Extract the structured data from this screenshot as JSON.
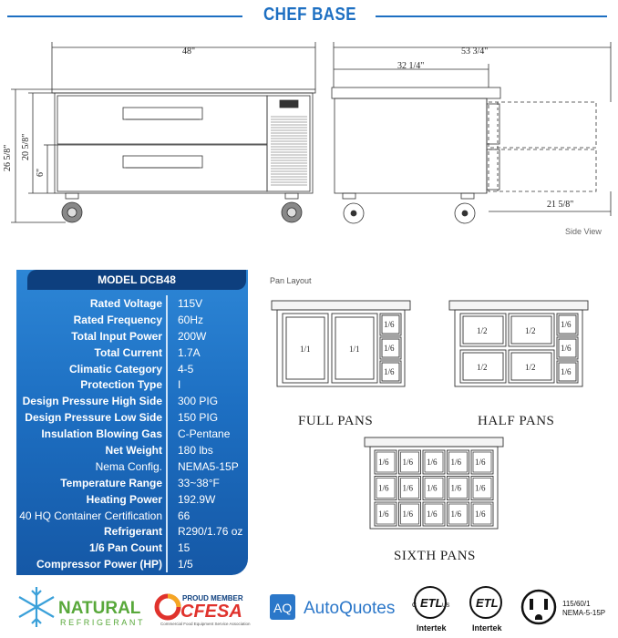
{
  "header": {
    "title": "CHEF BASE"
  },
  "drawing": {
    "front": {
      "width": "48\"",
      "height_total": "26 5/8\"",
      "height_body": "20 5/8\"",
      "drawer_height": "6\""
    },
    "side": {
      "depth_total": "53 3/4\"",
      "depth_body": "32 1/4\"",
      "drawer_extension": "21 5/8\""
    },
    "side_view_label": "Side View"
  },
  "spec": {
    "model": "MODEL DCB48",
    "rows": [
      {
        "label": "Rated  Voltage",
        "value": "115V"
      },
      {
        "label": "Rated  Frequency",
        "value": "60Hz"
      },
      {
        "label": "Total Input Power",
        "value": "200W"
      },
      {
        "label": "Total Current",
        "value": "1.7A"
      },
      {
        "label": "Climatic Category",
        "value": "4-5"
      },
      {
        "label": "Protection Type",
        "value": "I"
      },
      {
        "label": "Design Pressure High Side",
        "value": "300 PIG"
      },
      {
        "label": "Design Pressure Low Side",
        "value": "150 PIG"
      },
      {
        "label": "Insulation Blowing Gas",
        "value": "C-Pentane"
      },
      {
        "label": "Net Weight",
        "value": "180 lbs"
      },
      {
        "label": "Nema Config.",
        "value": "NEMA5-15P"
      },
      {
        "label": "Temperature Range",
        "value": "33~38°F"
      },
      {
        "label": "Heating Power",
        "value": "192.9W"
      },
      {
        "label": "40 HQ Container Certification",
        "value": "66"
      },
      {
        "label": "Refrigerant",
        "value": "R290/1.76 oz"
      },
      {
        "label": "1/6 Pan Count",
        "value": "15"
      },
      {
        "label": "Compressor Power (HP)",
        "value": "1/5"
      }
    ]
  },
  "pan_layout": {
    "label": "Pan Layout",
    "full": {
      "caption": "FULL PANS",
      "large": "1/1",
      "small": "1/6"
    },
    "half": {
      "caption": "HALF PANS",
      "large": "1/2",
      "small": "1/6"
    },
    "sixth": {
      "caption": "SIXTH PANS",
      "small": "1/6"
    }
  },
  "logos": {
    "natural_top": "NATURAL",
    "natural_bottom": "REFRIGERANT",
    "cfesa_top": "PROUD MEMBER",
    "cfesa_name": "CFESA",
    "cfesa_sub": "Commercial Food Equipment Service Association",
    "aq_badge": "AQ",
    "aq_name": "AutoQuotes",
    "etl_c": "C",
    "etl_us": "US",
    "etl_mark": "ETL",
    "intertek": "Intertek",
    "plug_line1": "115/60/1",
    "plug_line2": "NEMA-5-15P"
  },
  "colors": {
    "brand_blue": "#1d6fc2",
    "panel_dark": "#0d3f7e",
    "natural_green": "#58a83a",
    "cfesa_red": "#e0322c",
    "aq_blue": "#2b77c9"
  }
}
